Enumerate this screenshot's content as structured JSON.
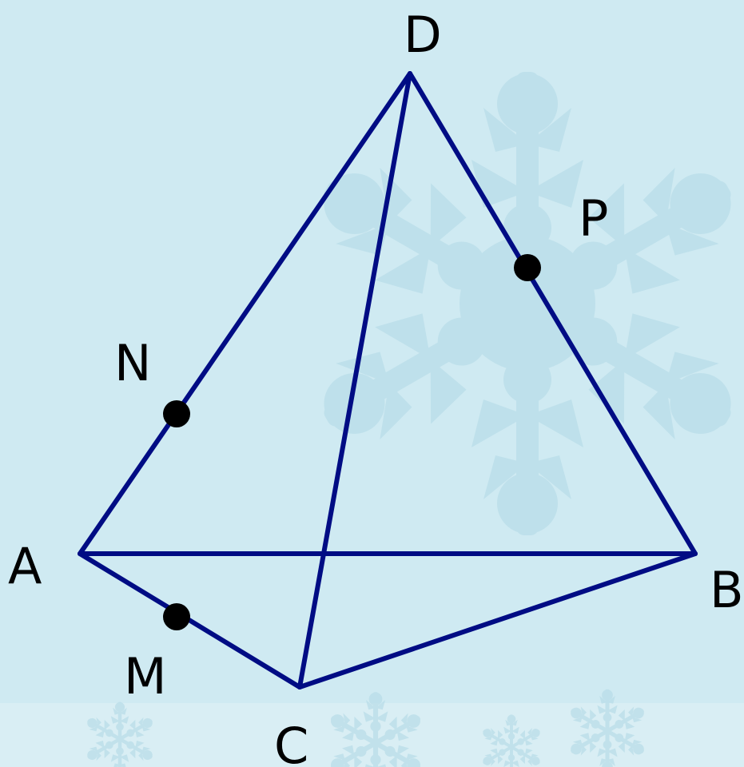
{
  "colors": {
    "background": "#cfeaf2",
    "background_bottom_band": "#d9eef4",
    "snowflake": "#b9dde8",
    "edge": "#000c84",
    "point": "#000000",
    "label": "#000000"
  },
  "diagram": {
    "vertices": {
      "A": "A",
      "B": "B",
      "C": "C",
      "D": "D"
    },
    "edges": [
      [
        "A",
        "B"
      ],
      [
        "A",
        "C"
      ],
      [
        "B",
        "C"
      ],
      [
        "A",
        "D"
      ],
      [
        "B",
        "D"
      ],
      [
        "C",
        "D"
      ]
    ],
    "points": {
      "M": {
        "label": "M",
        "on_edge": [
          "A",
          "C"
        ]
      },
      "N": {
        "label": "N",
        "on_edge": [
          "A",
          "D"
        ]
      },
      "P": {
        "label": "P",
        "on_edge": [
          "D",
          "B"
        ]
      }
    },
    "icons": {
      "background_decoration": "snowflake-icon"
    }
  }
}
